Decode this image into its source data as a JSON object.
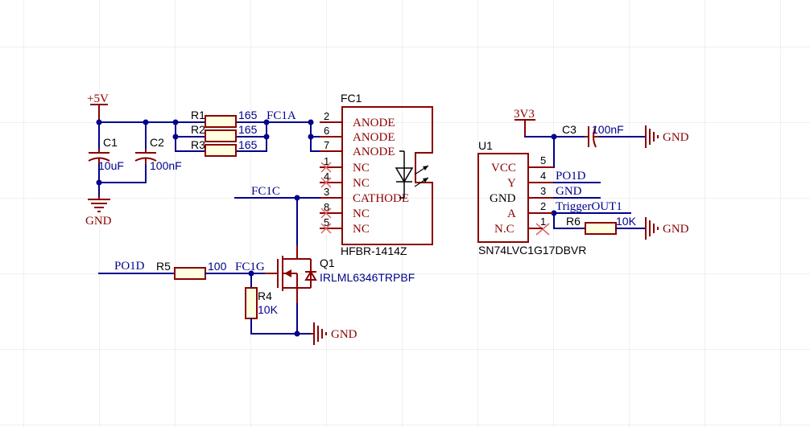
{
  "supply": {
    "v5": "+5V",
    "v33": "3V3",
    "gnd": "GND"
  },
  "nets": {
    "fc1a": "FC1A",
    "fc1c": "FC1C",
    "fc1g": "FC1G",
    "po1d": "PO1D",
    "trig": "TriggerOUT1"
  },
  "caps": {
    "c1": {
      "ref": "C1",
      "val": "10uF"
    },
    "c2": {
      "ref": "C2",
      "val": "100nF"
    },
    "c3": {
      "ref": "C3",
      "val": "100nF"
    }
  },
  "resistors": {
    "r1": {
      "ref": "R1",
      "val": "165"
    },
    "r2": {
      "ref": "R2",
      "val": "165"
    },
    "r3": {
      "ref": "R3",
      "val": "165"
    },
    "r4": {
      "ref": "R4",
      "val": "10K"
    },
    "r5": {
      "ref": "R5",
      "val": "100"
    },
    "r6": {
      "ref": "R6",
      "val": "10K"
    }
  },
  "fc1": {
    "ref": "FC1",
    "part": "HFBR-1414Z",
    "pins": [
      {
        "num": "2",
        "name": "ANODE"
      },
      {
        "num": "6",
        "name": "ANODE"
      },
      {
        "num": "7",
        "name": "ANODE"
      },
      {
        "num": "1",
        "name": "NC"
      },
      {
        "num": "4",
        "name": "NC"
      },
      {
        "num": "3",
        "name": "CATHODE"
      },
      {
        "num": "8",
        "name": "NC"
      },
      {
        "num": "5",
        "name": "NC"
      }
    ]
  },
  "q1": {
    "ref": "Q1",
    "part": "IRLML6346TRPBF"
  },
  "u1": {
    "ref": "U1",
    "part": "SN74LVC1G17DBVR",
    "left": [
      "VCC",
      "Y",
      "GND",
      "A",
      "N.C"
    ],
    "pins": [
      {
        "num": "5",
        "net": ""
      },
      {
        "num": "4",
        "net": "PO1D"
      },
      {
        "num": "3",
        "net": "GND"
      },
      {
        "num": "2",
        "net": "TriggerOUT1"
      },
      {
        "num": "1",
        "net": ""
      }
    ]
  }
}
